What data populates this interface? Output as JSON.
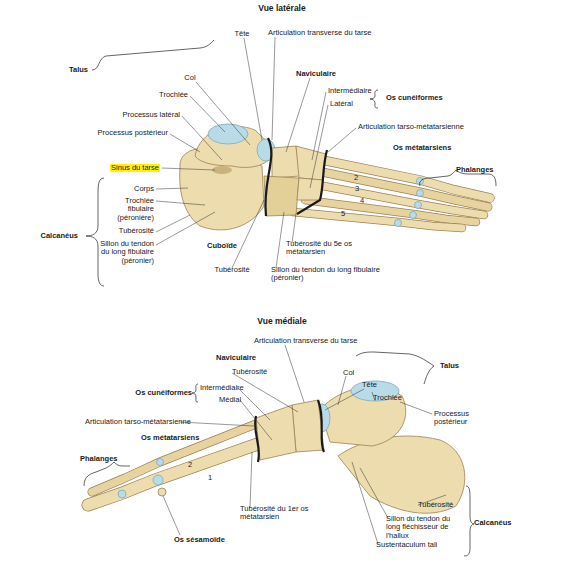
{
  "diagram": {
    "labels": [
      "Vue latérale",
      "Talus",
      "Tête",
      "Articulation transverse du tarse",
      "Col",
      "Naviculaire",
      "Trochlée",
      "Processus latéral",
      "Processus postérieur",
      "Sinus du tarse",
      "Intermédiaire",
      "Latéral",
      "Os cunéiformes",
      "Articulation tarso-métatarsienne",
      "Os métatarsiens",
      "Phalanges",
      "2",
      "3",
      "4",
      "5",
      "Calcanéus",
      "Corps",
      "Trochlée fibulaire (péronière)",
      "Tubérosité",
      "Sillon du tendon du long fibulaire (péronier)",
      "Cuboïde",
      "Tubérosité",
      "Tubérosité du 5e os métatarsien",
      "Sillon du tendon du long fibulaire (péronier)",
      "Vue médiale",
      "Articulation transverse du tarse",
      "Naviculaire",
      "Tubérosité",
      "Talus",
      "Col",
      "Tête",
      "Trochlée",
      "Processus postérieur",
      "Os cunéiformes",
      "Intermédiaire",
      "Médial",
      "Articulation tarso-métatarsienne",
      "Os métatarsiens",
      "Phalanges",
      "2",
      "1",
      "Tubérosité du 1er os métatarsien",
      "Os sésamoïde",
      "Tubérosité",
      "Sillon du tendon du long fléchisseur de l'hallux",
      "Sustentaculum tali",
      "Calcanéus"
    ]
  }
}
